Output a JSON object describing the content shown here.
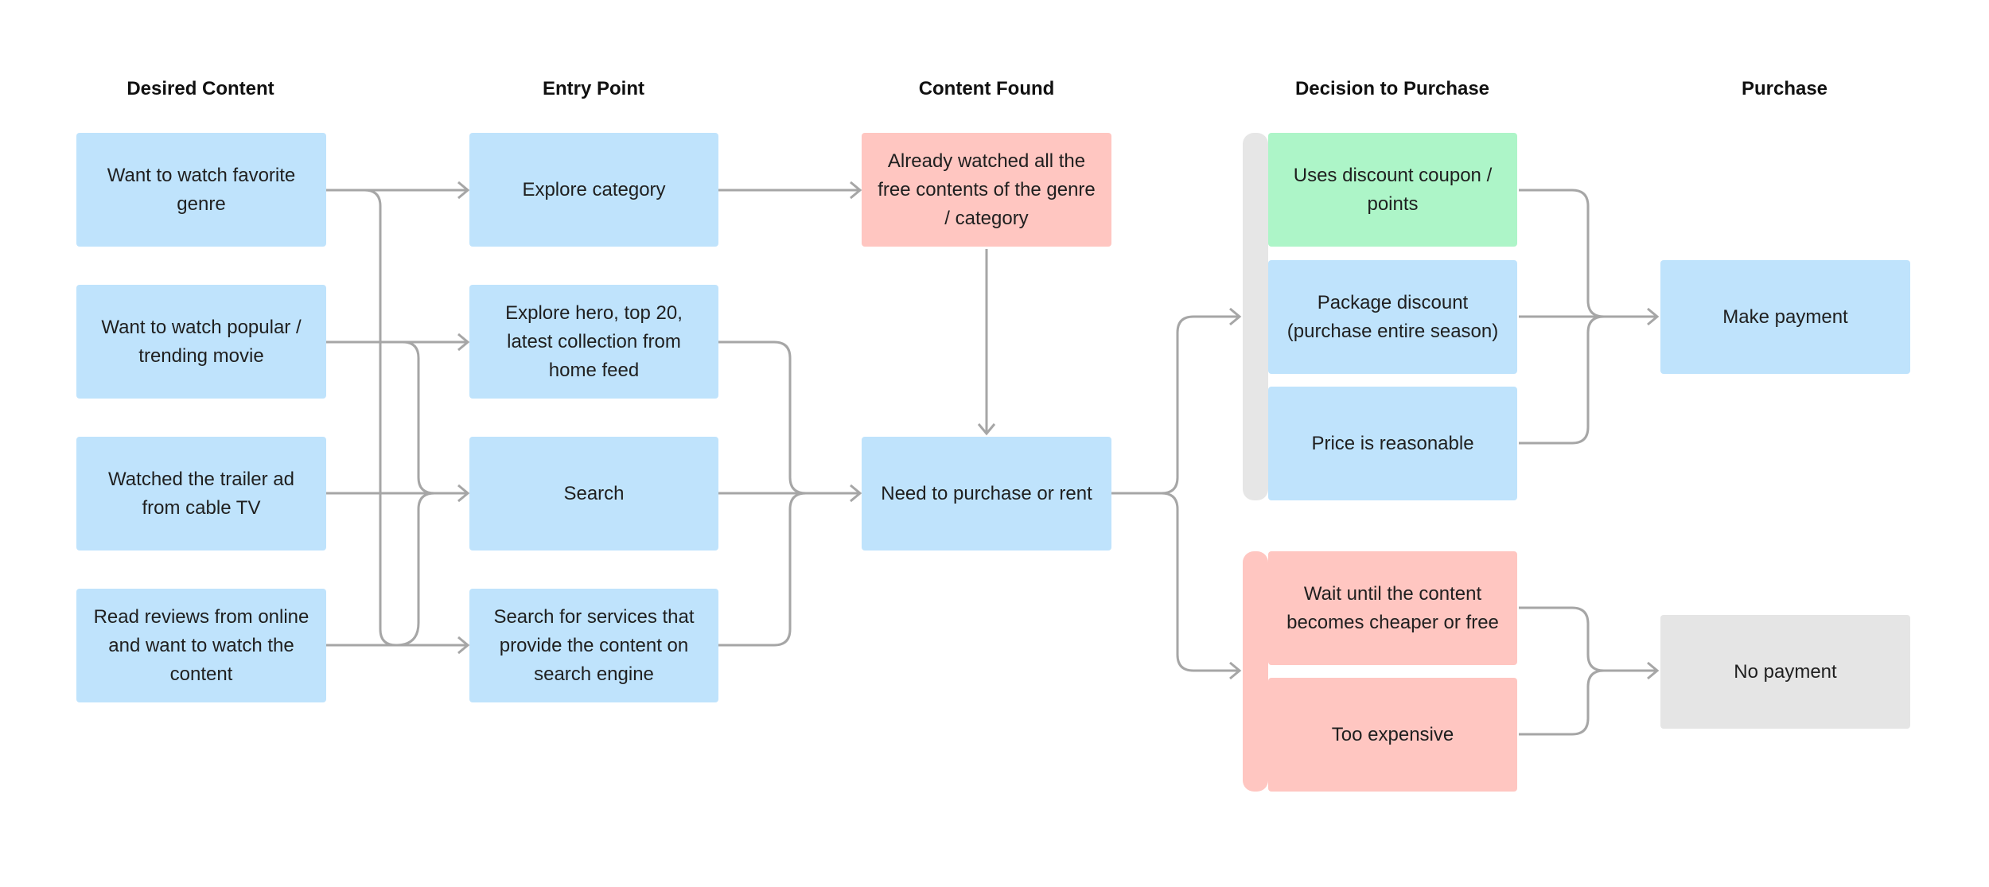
{
  "columns": {
    "desired_content": "Desired Content",
    "entry_point": "Entry Point",
    "content_found": "Content Found",
    "decision_to_purchase": "Decision to Purchase",
    "purchase": "Purchase"
  },
  "nodes": {
    "favorite_genre": "Want to watch favorite genre",
    "popular_movie": "Want to watch popular / trending movie",
    "trailer_ad": "Watched the trailer ad from cable TV",
    "read_reviews": "Read reviews from online and want to watch the content",
    "explore_category": "Explore category",
    "explore_hero": "Explore hero, top 20, latest collection from home feed",
    "search": "Search",
    "search_services": "Search for services that provide the content on search engine",
    "already_watched": "Already watched all the free contents of the genre / category",
    "need_purchase": "Need to purchase or rent",
    "discount_coupon": "Uses discount coupon / points",
    "package_discount": "Package discount (purchase entire season)",
    "price_reasonable": "Price is reasonable",
    "wait_cheaper": "Wait until the content becomes cheaper or free",
    "too_expensive": "Too expensive",
    "make_payment": "Make payment",
    "no_payment": "No payment"
  },
  "colors": {
    "blue": "#bfe3fc",
    "red": "#ffc6c1",
    "green": "#adf5c8",
    "gray": "#e5e5e5",
    "connector": "#a6a6a6"
  }
}
